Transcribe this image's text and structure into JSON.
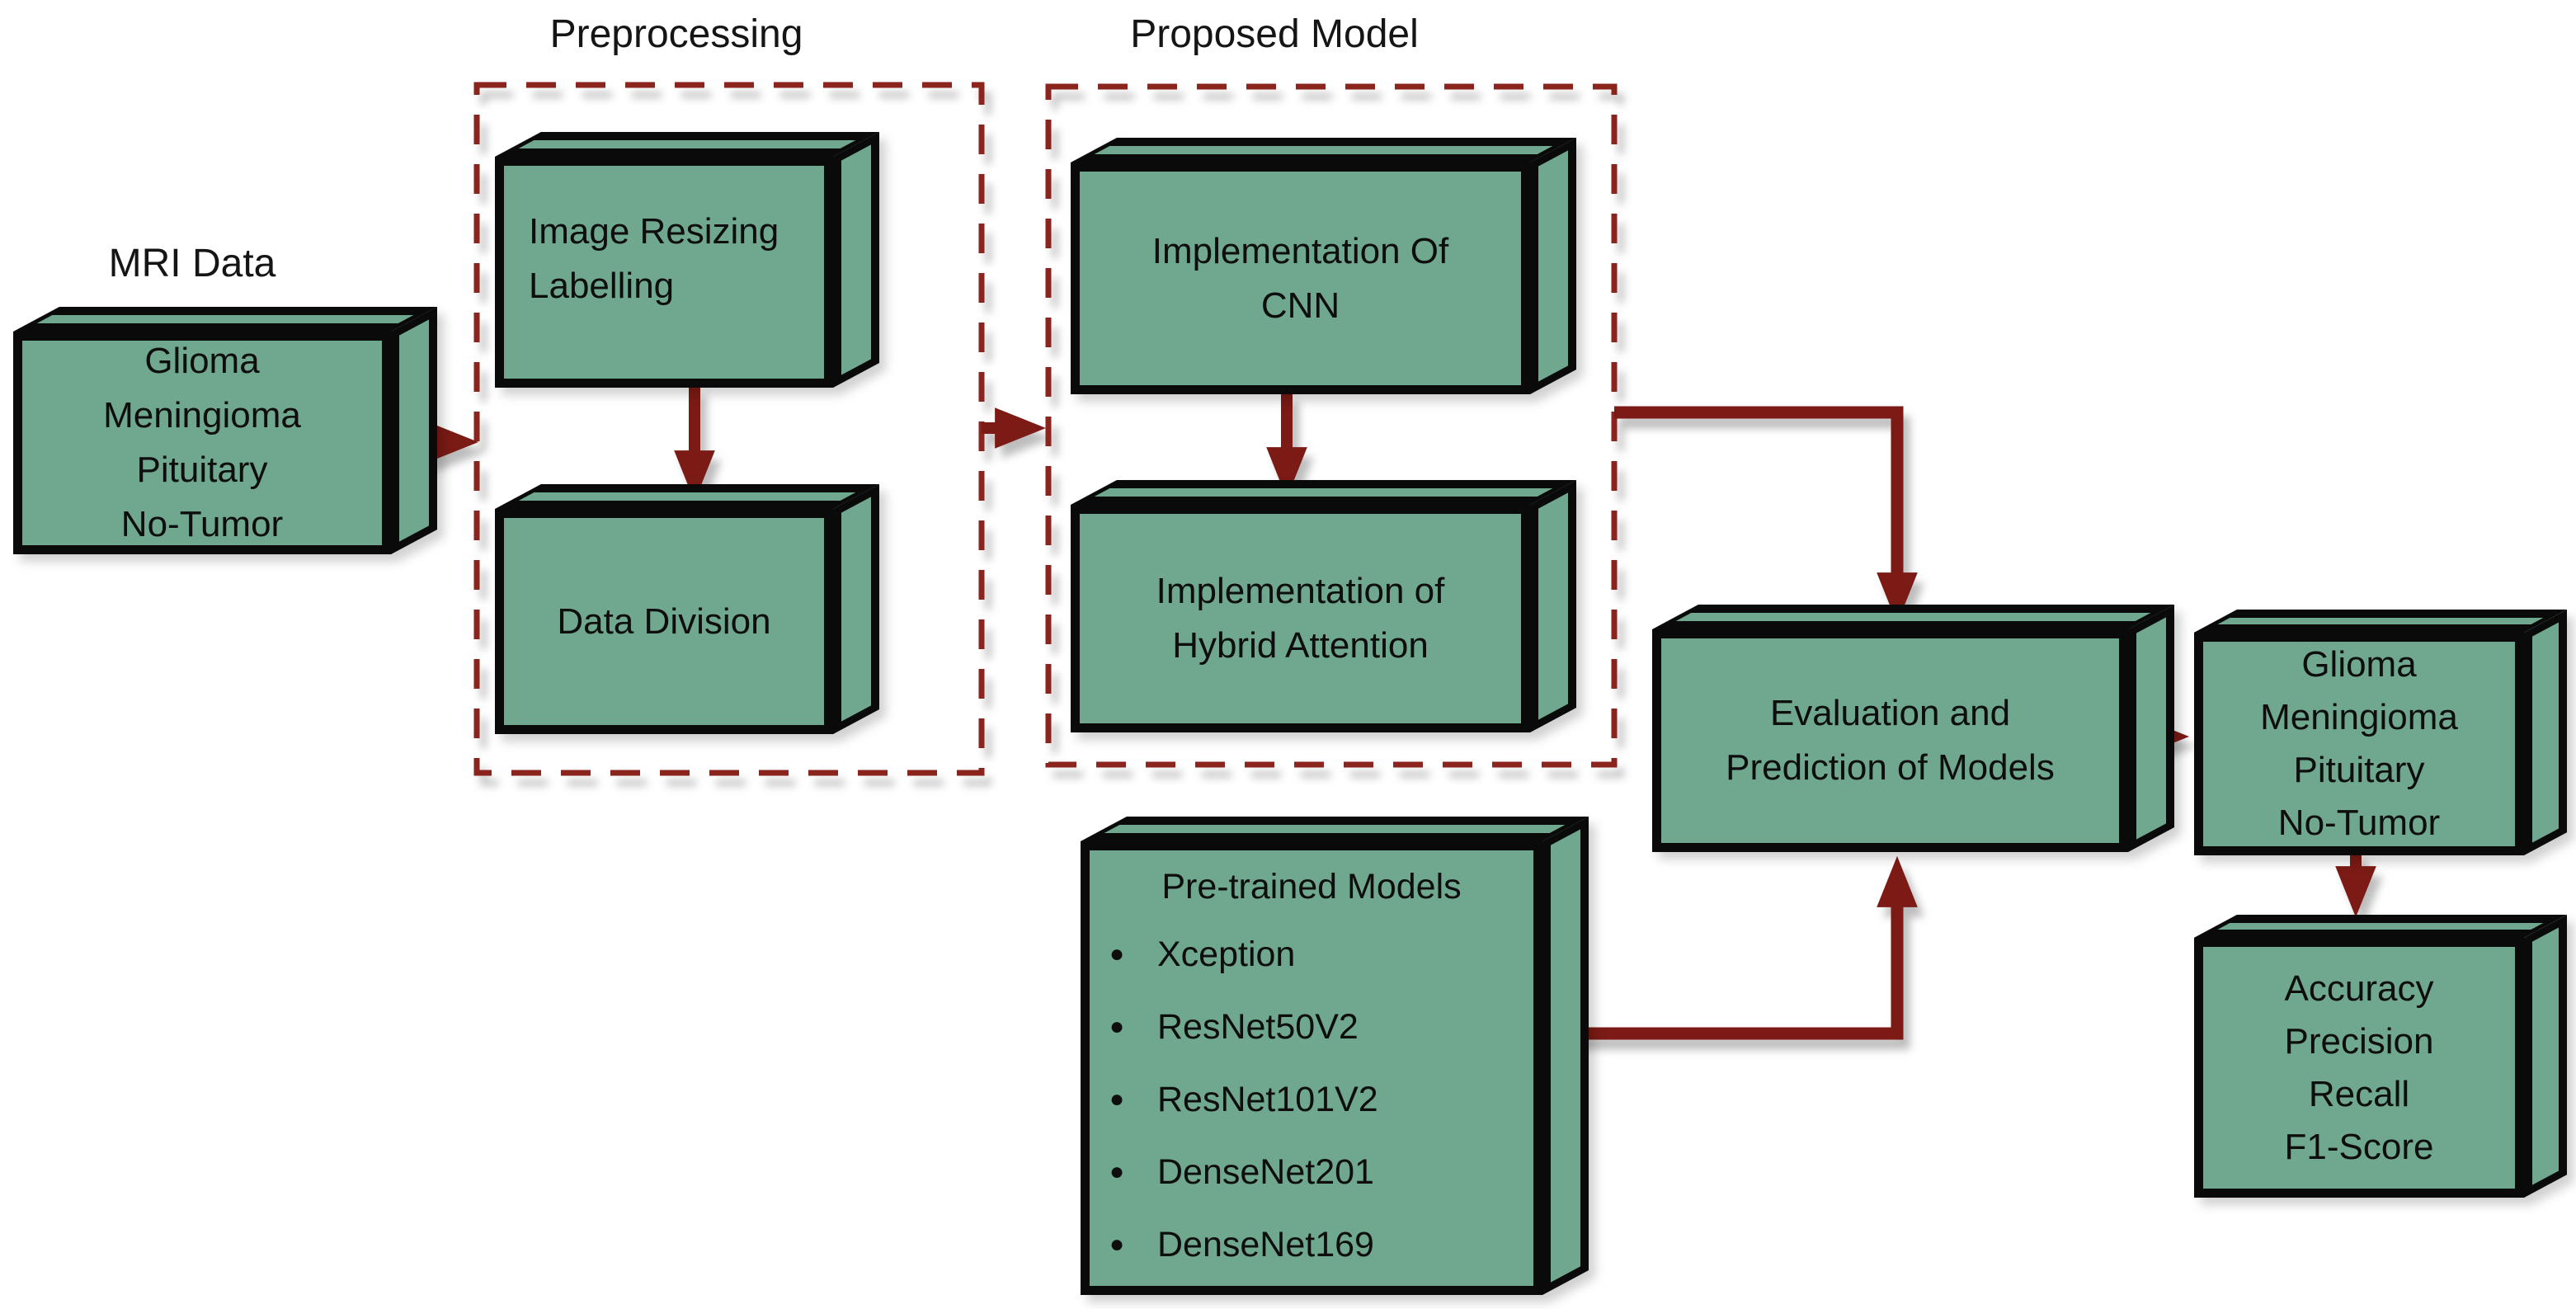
{
  "titles": {
    "mri": "MRI Data",
    "preprocessing": "Preprocessing",
    "proposed": "Proposed Model"
  },
  "boxes": {
    "mri_data": {
      "lines": [
        "Glioma",
        "Meningioma",
        "Pituitary",
        "No-Tumor"
      ]
    },
    "image_resizing": {
      "lines": [
        "Image Resizing",
        "Labelling"
      ]
    },
    "data_division": {
      "label": "Data Division"
    },
    "cnn": {
      "lines": [
        "Implementation Of",
        "CNN"
      ]
    },
    "hybrid_attention": {
      "lines": [
        "Implementation of",
        "Hybrid Attention"
      ]
    },
    "pretrained": {
      "header": "Pre-trained Models",
      "bullet": "●",
      "items": [
        "Xception",
        "ResNet50V2",
        "ResNet101V2",
        "DenseNet201",
        "DenseNet169"
      ]
    },
    "evaluation": {
      "lines": [
        "Evaluation and",
        "Prediction of Models"
      ]
    },
    "predicted_classes": {
      "lines": [
        "Glioma",
        "Meningioma",
        "Pituitary",
        "No-Tumor"
      ]
    },
    "metrics": {
      "lines": [
        "Accuracy",
        "Precision",
        "Recall",
        "F1-Score"
      ]
    }
  },
  "colors": {
    "box_fill": "#6fa78f",
    "box_border": "#0a0a0a",
    "arrow": "#7c1b15",
    "dashed_border": "#8a241c",
    "text": "#0e0e0e",
    "background": "#ffffff"
  }
}
